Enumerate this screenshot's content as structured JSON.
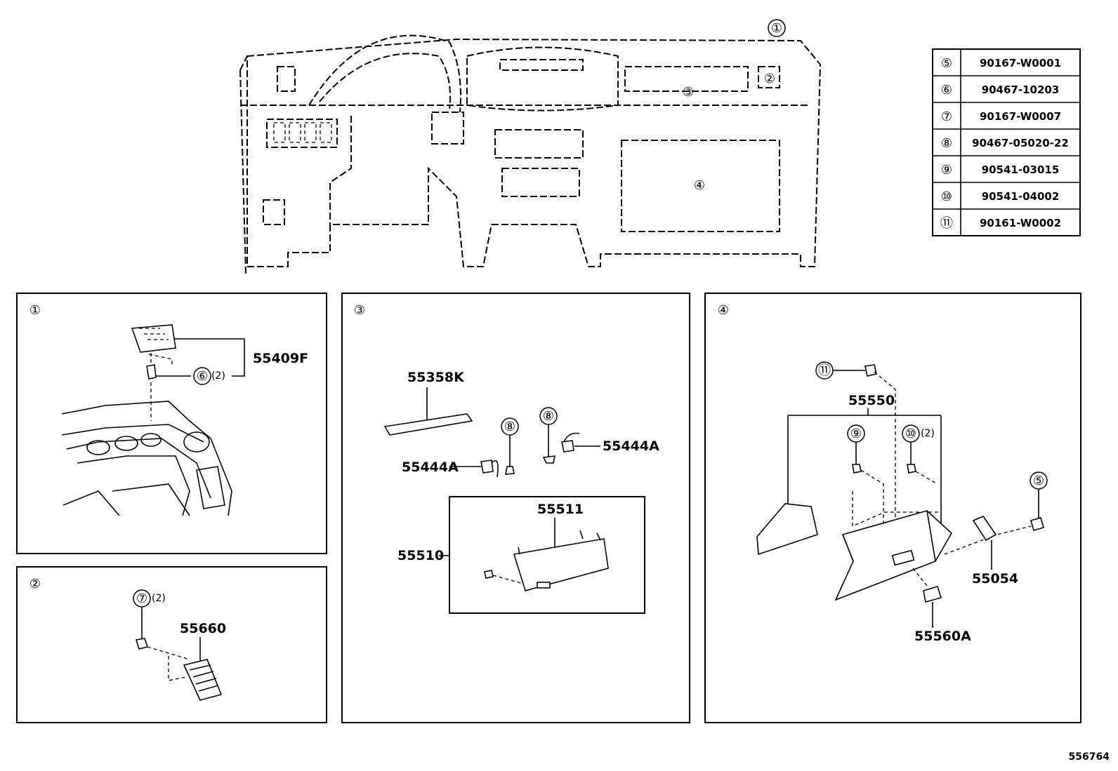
{
  "overview_callouts": [
    "①",
    "②",
    "③",
    "④"
  ],
  "fastener_table": [
    {
      "ref": "⑤",
      "part_no": "90167-W0001"
    },
    {
      "ref": "⑥",
      "part_no": "90467-10203"
    },
    {
      "ref": "⑦",
      "part_no": "90167-W0007"
    },
    {
      "ref": "⑧",
      "part_no": "90467-05020-22"
    },
    {
      "ref": "⑨",
      "part_no": "90541-03015"
    },
    {
      "ref": "⑩",
      "part_no": "90541-04002"
    },
    {
      "ref": "⑪",
      "part_no": "90161-W0002"
    }
  ],
  "panel1": {
    "badge": "①",
    "part": "55409F",
    "fastener_ref": "⑥",
    "qty": "(2)"
  },
  "panel2": {
    "badge": "②",
    "part": "55660",
    "fastener_ref": "⑦",
    "qty": "(2)"
  },
  "panel3": {
    "badge": "③",
    "pad": "55358K",
    "damper_left": "55444A",
    "damper_right": "55444A",
    "screw_ref_left": "⑧",
    "screw_ref_right": "⑧",
    "assembly": "55510",
    "lock": "55511"
  },
  "panel4": {
    "badge": "④",
    "bolt_ref": "⑪",
    "door": "55550",
    "screw_ref": "⑨",
    "clip_ref": "⑩",
    "clip_qty": "(2)",
    "screw2_ref": "⑤",
    "damper": "55054",
    "lock": "55560A"
  },
  "footer_code": "556764"
}
